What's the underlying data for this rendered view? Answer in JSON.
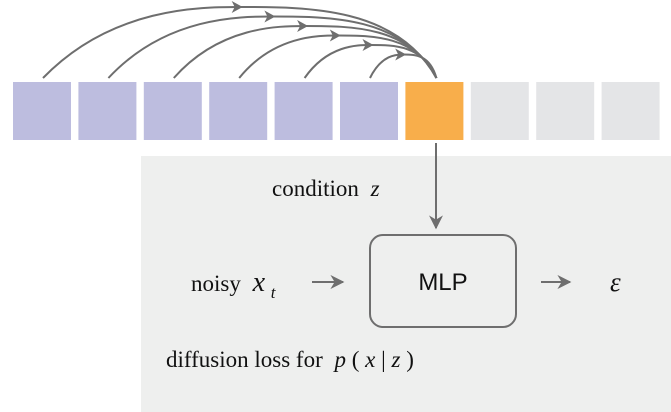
{
  "colors": {
    "context_token": "#BDBDDF",
    "current_token": "#F8AE4B",
    "future_token": "#E4E5E7",
    "panel_background": "#EEEFEE",
    "arrow": "#6E6E6E",
    "text": "#111111"
  },
  "tokens": [
    {
      "state": "context"
    },
    {
      "state": "context"
    },
    {
      "state": "context"
    },
    {
      "state": "context"
    },
    {
      "state": "context"
    },
    {
      "state": "context"
    },
    {
      "state": "current"
    },
    {
      "state": "future"
    },
    {
      "state": "future"
    },
    {
      "state": "future"
    }
  ],
  "labels": {
    "condition_text": "condition",
    "condition_var": "z",
    "noisy_text": "noisy",
    "noisy_var": "x",
    "noisy_sub": "t",
    "mlp": "MLP",
    "epsilon": "ε",
    "loss_text": "diffusion loss for",
    "loss_p": "p",
    "loss_open": "(",
    "loss_x": "x",
    "loss_bar": "|",
    "loss_z": "z",
    "loss_close": ")"
  }
}
